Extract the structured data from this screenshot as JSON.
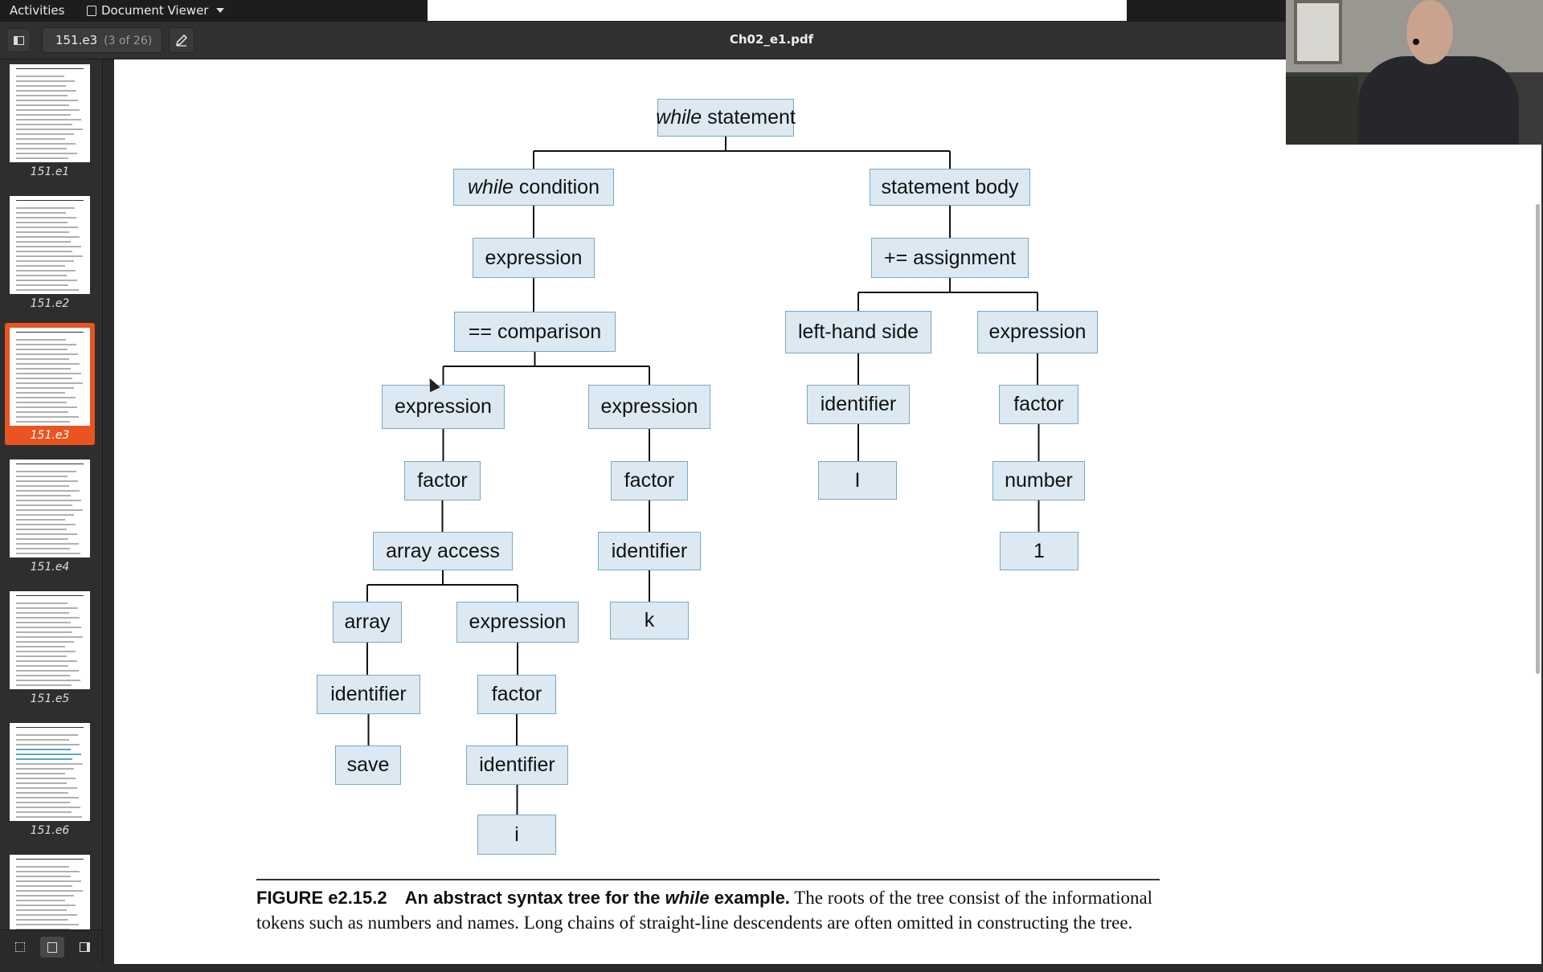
{
  "topbar": {
    "activities": "Activities",
    "app_name": "Document Viewer"
  },
  "header": {
    "page_label": "151.e3",
    "page_count": "(3 of 26)",
    "title": "Ch02_e1.pdf"
  },
  "sidebar": {
    "thumbnails": [
      {
        "label": "151.e1"
      },
      {
        "label": "151.e2"
      },
      {
        "label": "151.e3",
        "selected": true
      },
      {
        "label": "151.e4"
      },
      {
        "label": "151.e5"
      },
      {
        "label": "151.e6"
      },
      {
        "label": ""
      }
    ]
  },
  "tree": {
    "nodes": {
      "root": {
        "em": "while",
        "text": " statement"
      },
      "cond": {
        "em": "while",
        "text": " condition"
      },
      "body": {
        "text": "statement body"
      },
      "expr1": {
        "text": "expression"
      },
      "assign": {
        "text": "+= assignment"
      },
      "comp": {
        "text": "== comparison"
      },
      "lhs": {
        "text": "left-hand side"
      },
      "expr_r": {
        "text": "expression"
      },
      "expr_l": {
        "text": "expression"
      },
      "expr_m": {
        "text": "expression"
      },
      "ident_lhs": {
        "text": "identifier"
      },
      "factor_r": {
        "text": "factor"
      },
      "factor_l": {
        "text": "factor"
      },
      "factor_m": {
        "text": "factor"
      },
      "I": {
        "text": "I"
      },
      "number": {
        "text": "number"
      },
      "arracc": {
        "text": "array access"
      },
      "ident_k": {
        "text": "identifier"
      },
      "one": {
        "text": "1"
      },
      "array": {
        "text": "array"
      },
      "expr_i": {
        "text": "expression"
      },
      "k": {
        "text": "k"
      },
      "ident_save": {
        "text": "identifier"
      },
      "factor_i": {
        "text": "factor"
      },
      "save": {
        "text": "save"
      },
      "ident_i": {
        "text": "identifier"
      },
      "i": {
        "text": "i"
      }
    }
  },
  "caption": {
    "label": "FIGURE e2.15.2",
    "title_pre": "An abstract syntax tree for the ",
    "title_em": "while",
    "title_post": " example.",
    "body": " The roots of the tree consist of the informational tokens such as numbers and names. Long chains of straight-line descendents are often omitted in constructing the tree."
  },
  "colors": {
    "node_fill": "#dce9f2",
    "node_border": "#7ba7c4",
    "selection_accent": "#e95420"
  }
}
